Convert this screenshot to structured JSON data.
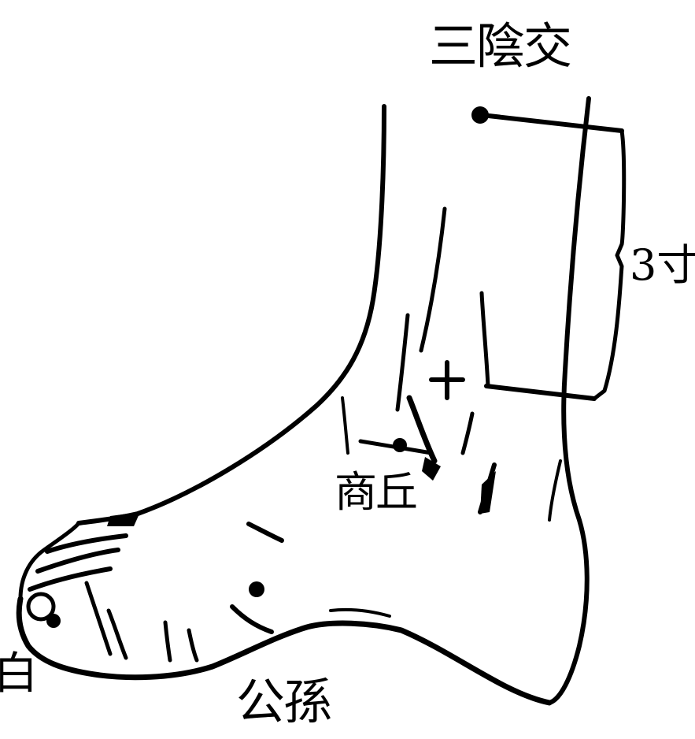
{
  "labels": {
    "sanyinjiao": "三陰交",
    "measure": "3寸",
    "shangqiu": "商丘",
    "gongsun": "公孫",
    "yinbai": "白"
  },
  "colors": {
    "ink": "#000000",
    "paper": "#ffffff"
  }
}
